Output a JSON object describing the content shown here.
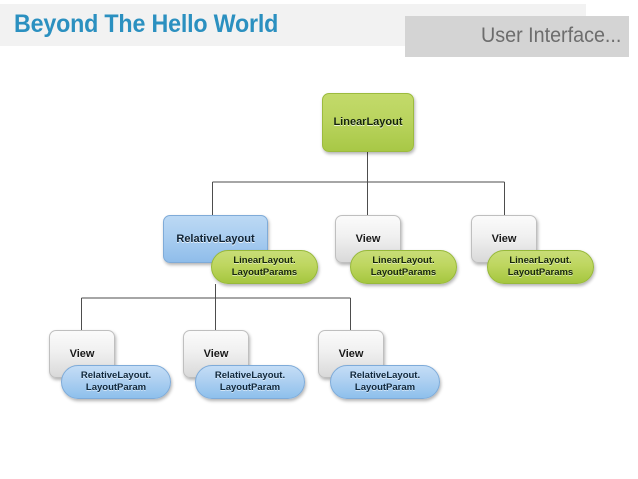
{
  "header": {
    "title": "Beyond The Hello World",
    "section": "User Interface...",
    "title_color": "#2b90c0",
    "band_color": "#f2f2f2",
    "section_band_color": "#d4d4d4",
    "section_text_color": "#6d6d6d"
  },
  "diagram": {
    "colors": {
      "green": "#b9d45e",
      "blue": "#a9cdf0",
      "gray": "#ececec",
      "connector": "#4d4d4d"
    },
    "nodes": [
      {
        "id": "root",
        "label": "LinearLayout",
        "style": "green"
      },
      {
        "id": "rel",
        "label": "RelativeLayout",
        "style": "blue"
      },
      {
        "id": "view-a",
        "label": "View",
        "style": "gray"
      },
      {
        "id": "view-b",
        "label": "View",
        "style": "gray"
      },
      {
        "id": "view-c",
        "label": "View",
        "style": "gray"
      },
      {
        "id": "view-d",
        "label": "View",
        "style": "gray"
      },
      {
        "id": "view-e",
        "label": "View",
        "style": "gray"
      }
    ],
    "pills": [
      {
        "id": "pill-rel",
        "line1": "LinearLayout.",
        "line2": "LayoutParams",
        "style": "green"
      },
      {
        "id": "pill-view-a",
        "line1": "LinearLayout.",
        "line2": "LayoutParams",
        "style": "green"
      },
      {
        "id": "pill-view-b",
        "line1": "LinearLayout.",
        "line2": "LayoutParams",
        "style": "green"
      },
      {
        "id": "pill-view-c",
        "line1": "RelativeLayout.",
        "line2": "LayoutParam",
        "style": "blue"
      },
      {
        "id": "pill-view-d",
        "line1": "RelativeLayout.",
        "line2": "LayoutParam",
        "style": "blue"
      },
      {
        "id": "pill-view-e",
        "line1": "RelativeLayout.",
        "line2": "LayoutParam",
        "style": "blue"
      }
    ]
  }
}
